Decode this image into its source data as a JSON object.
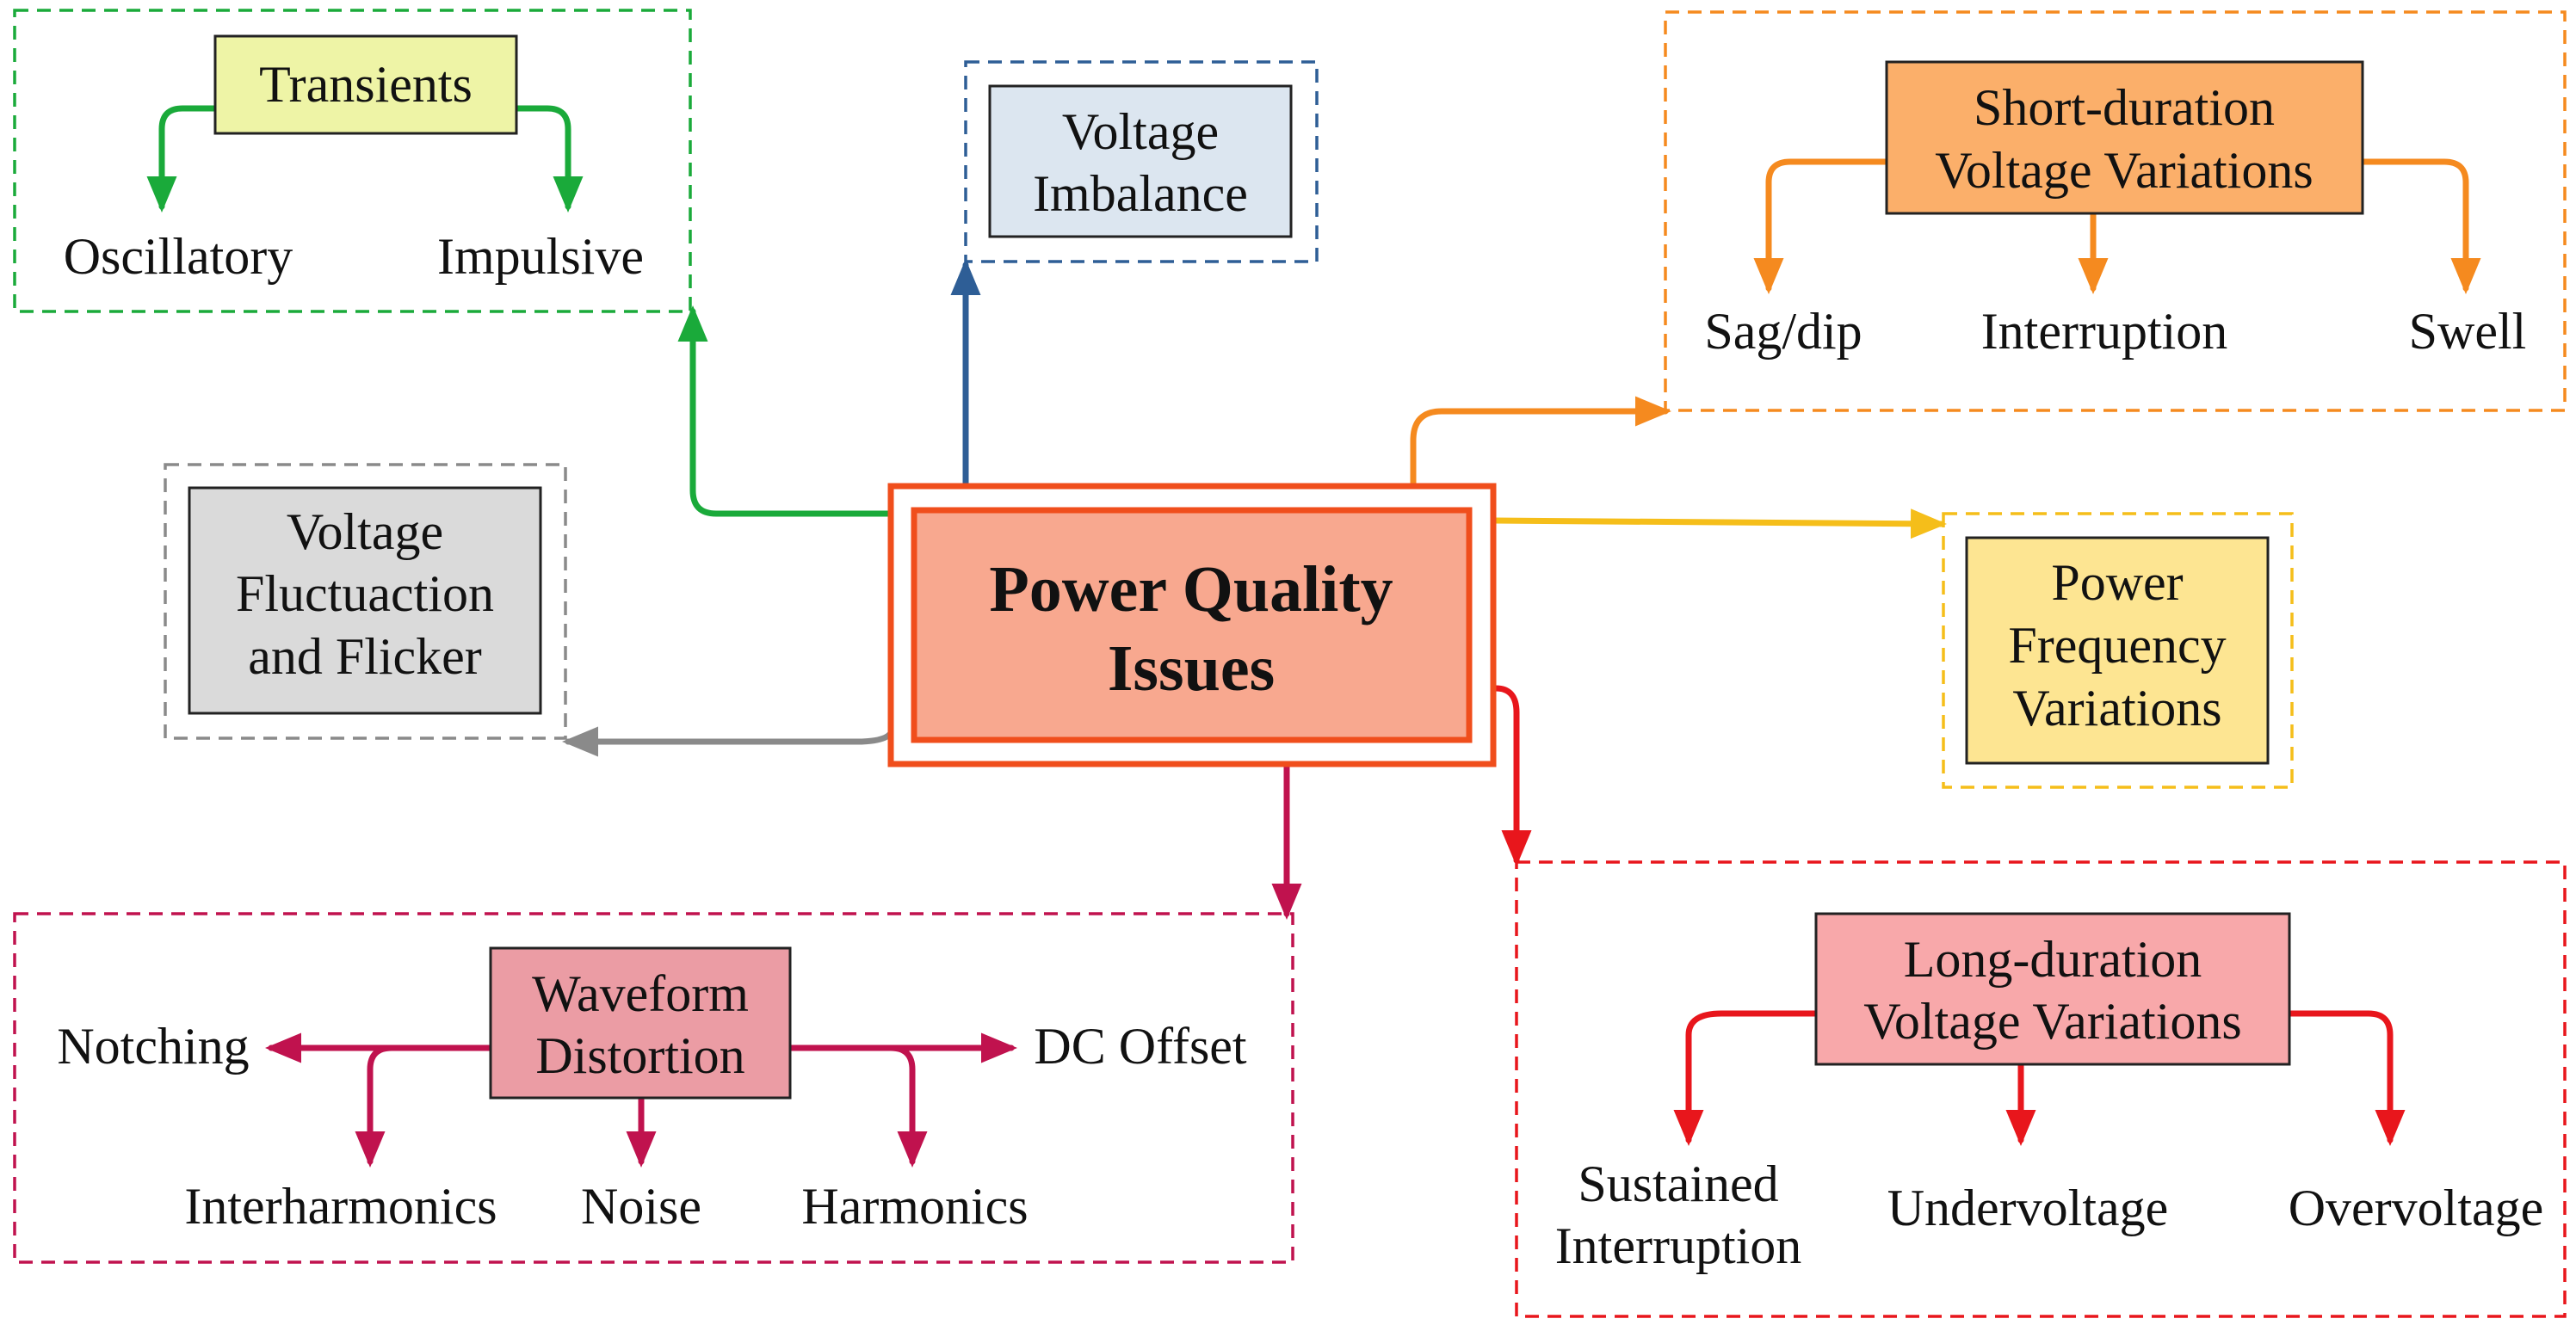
{
  "center": {
    "line1": "Power Quality",
    "line2": "Issues"
  },
  "transients": {
    "title": "Transients",
    "children": [
      "Oscillatory",
      "Impulsive"
    ]
  },
  "voltage_imbalance": {
    "line1": "Voltage",
    "line2": "Imbalance"
  },
  "short_duration": {
    "line1": "Short-duration",
    "line2": "Voltage Variations",
    "children": [
      "Sag/dip",
      "Interruption",
      "Swell"
    ]
  },
  "fluctuation": {
    "line1": "Voltage",
    "line2": "Fluctuaction",
    "line3": "and Flicker"
  },
  "power_frequency": {
    "line1": "Power",
    "line2": "Frequency",
    "line3": "Variations"
  },
  "waveform": {
    "line1": "Waveform",
    "line2": "Distortion",
    "side": [
      "Notching",
      "DC Offset"
    ],
    "children": [
      "Interharmonics",
      "Noise",
      "Harmonics"
    ]
  },
  "long_duration": {
    "line1": "Long-duration",
    "line2": "Voltage Variations",
    "children": [
      "Undervoltage",
      "Overvoltage"
    ],
    "sustained": {
      "line1": "Sustained",
      "line2": "Interruption"
    }
  },
  "colors": {
    "center_fill": "#F8A88F",
    "center_stroke": "#F04E1C",
    "green": "#1AAA3A",
    "blue": "#2E5E96",
    "orange": "#F58A1F",
    "yellow": "#F5BE1A",
    "gray": "#8A8A8A",
    "crimson": "#C0124E",
    "red": "#E8161C"
  }
}
